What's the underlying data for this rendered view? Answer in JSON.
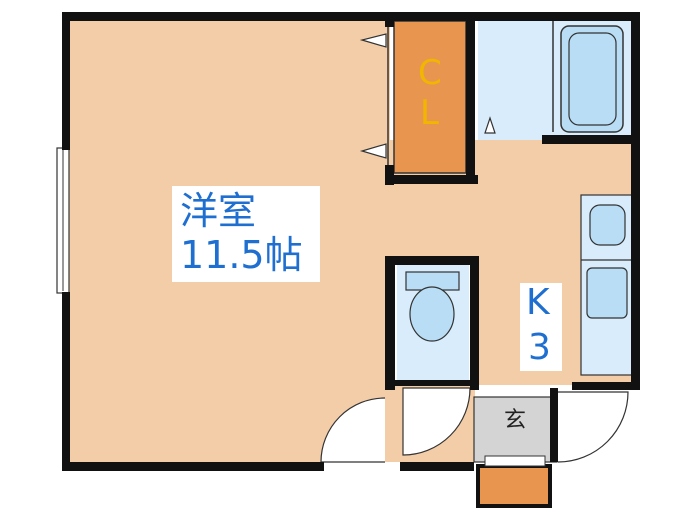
{
  "rooms": {
    "western_room": {
      "name": "洋室",
      "size": "11.5帖"
    },
    "kitchen": {
      "name": "K",
      "size": "3"
    },
    "closet": {
      "top": "C",
      "bottom": "L"
    },
    "entrance": {
      "name": "玄"
    }
  },
  "colors": {
    "wall": "#111111",
    "floor": "#f3cda8",
    "closet": "#e8964f",
    "wet_area": "#d8ecfb",
    "fixture": "#b8ddf4",
    "entrance_floor": "#d4d4d4",
    "label_text": "#1f6fd1",
    "closet_text": "#f2b600"
  }
}
